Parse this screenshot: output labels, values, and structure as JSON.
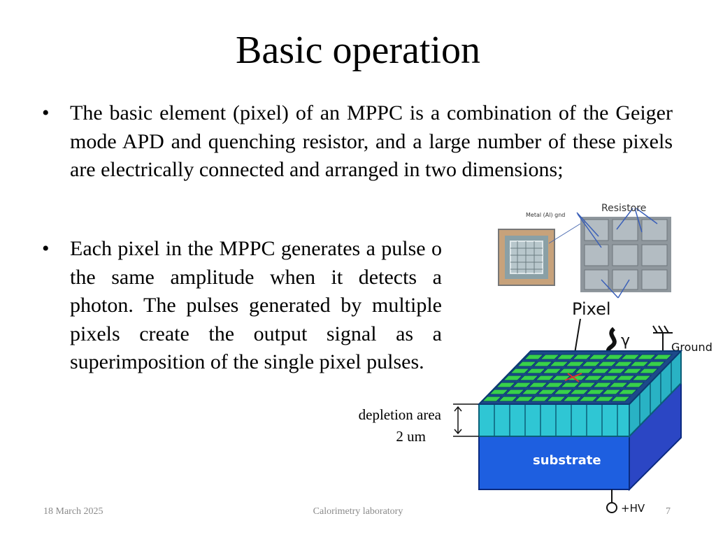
{
  "slide": {
    "title": "Basic operation",
    "bullets": [
      "The basic element (pixel) of an MPPC is a combination of the Geiger mode APD and quenching resistor, and a large number of these pixels are electrically connected and arranged in two dimensions;",
      "Each pixel in the MPPC generates a pulse o the same amplitude when it detects a photon. The pulses generated by multiple pixels create the output signal as a superimposition of the single pixel pulses."
    ],
    "bullet_symbol": "•",
    "depletion_label": "depletion area",
    "depletion_value": "2 um"
  },
  "figure": {
    "metal_label": "Metal (Al) gnd",
    "resistore_label": "Resistore",
    "pixel_label": "Pixel",
    "gamma_label": "γ",
    "ground_label": "Ground",
    "substrate_label": "substrate",
    "hv_label": "+HV"
  },
  "footer": {
    "date": "18 March 2025",
    "center": "Calorimetry laboratory",
    "page": "7"
  }
}
